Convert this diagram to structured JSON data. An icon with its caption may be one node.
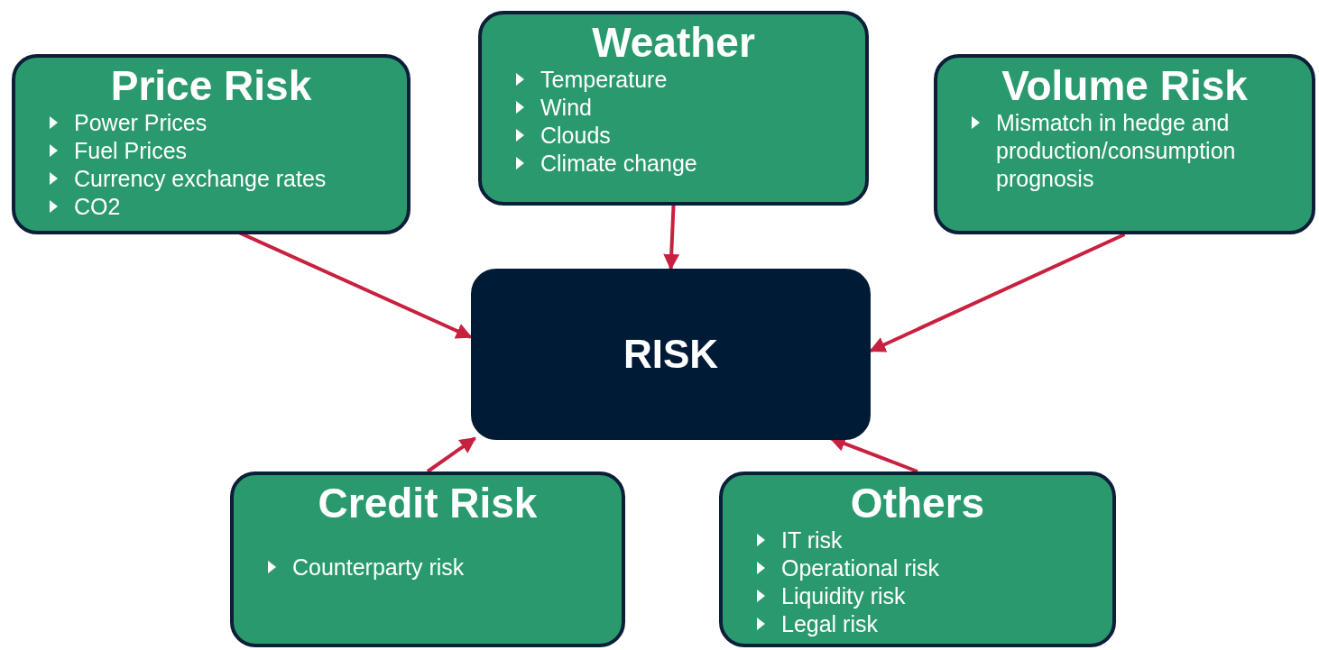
{
  "diagram": {
    "nodes": [
      {
        "text": [
          "Price Risk",
          "Power Prices",
          "Fuel Prices",
          "Currency exchange rates",
          "CO2"
        ]
      },
      {
        "text": [
          "Weather",
          "Temperature",
          "Wind",
          "Clouds",
          "Climate change"
        ]
      },
      {
        "text": [
          "Volume Risk",
          "Mismatch in hedge and production/consumption prognosis"
        ]
      },
      {
        "text": [
          "RISK"
        ]
      },
      {
        "text": [
          "Credit Risk",
          "Counterparty risk"
        ]
      },
      {
        "text": [
          "Others",
          "IT risk",
          "Operational risk",
          "Liquidity risk",
          "Legal risk"
        ]
      }
    ],
    "edges": [
      {
        "from": 0,
        "to": 3,
        "arrow": "to",
        "color": "#c8213f"
      },
      {
        "from": 1,
        "to": 3,
        "arrow": "to",
        "color": "#c8213f"
      },
      {
        "from": 2,
        "to": 3,
        "arrow": "to",
        "color": "#c8213f"
      },
      {
        "from": 4,
        "to": 3,
        "arrow": "to",
        "color": "#c8213f"
      },
      {
        "from": 5,
        "to": 3,
        "arrow": "to",
        "color": "#c8213f"
      }
    ]
  }
}
